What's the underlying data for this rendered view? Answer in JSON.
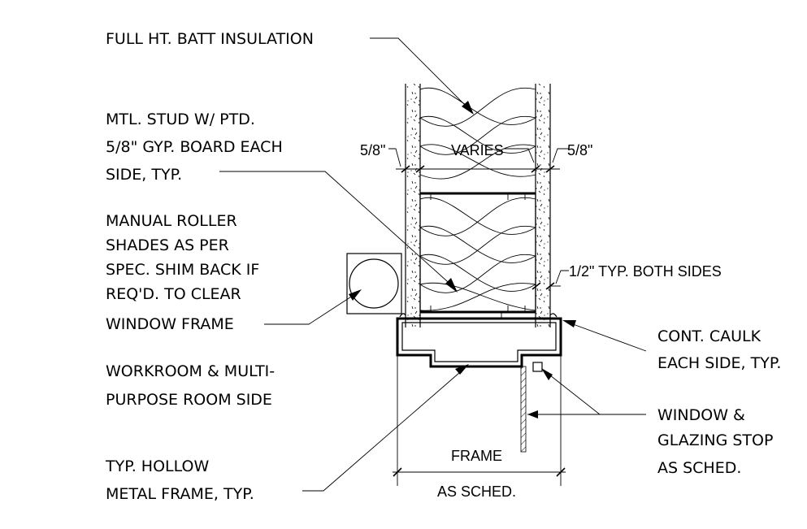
{
  "labels": {
    "insulation": [
      "FULL HT. BATT INSULATION"
    ],
    "stud": [
      "MTL. STUD W/ PTD.",
      "5/8\" GYP. BOARD EACH",
      "SIDE, TYP."
    ],
    "shades": [
      "MANUAL ROLLER",
      "SHADES AS PER",
      "SPEC.  SHIM BACK IF",
      "REQ'D. TO CLEAR",
      "WINDOW FRAME"
    ],
    "room": [
      "WORKROOM & MULTI-",
      "PURPOSE ROOM SIDE"
    ],
    "hollow_frame": [
      "TYP. HOLLOW",
      "METAL FRAME, TYP."
    ],
    "caulk": [
      "CONT. CAULK",
      "EACH SIDE, TYP."
    ],
    "glazing": [
      "WINDOW &",
      "GLAZING STOP",
      "AS SCHED."
    ]
  },
  "dimensions": {
    "gyp_left": "5/8\"",
    "varies": "VARIES",
    "gyp_right": "5/8\"",
    "gap": "1/2\" TYP. BOTH SIDES",
    "frame_top": "FRAME",
    "frame_bottom": "AS SCHED."
  }
}
